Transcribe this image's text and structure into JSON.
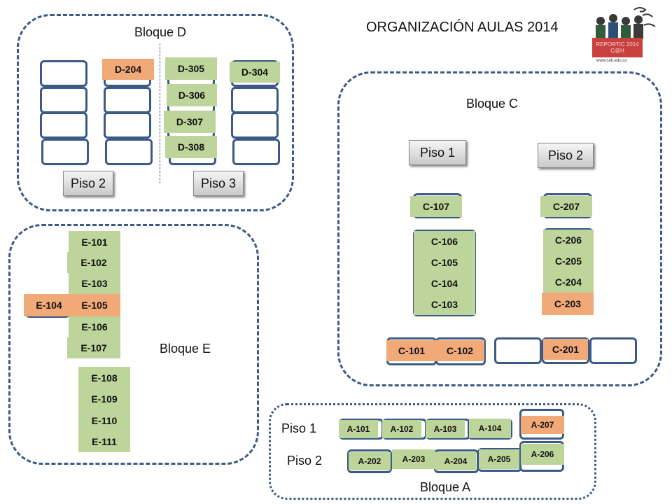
{
  "header": {
    "title": "ORGANIZACIÓN AULAS 2014"
  },
  "logo": {
    "line1": "REPORTIC 2014",
    "line2": "C@H",
    "url": "www.cah.edu.co"
  },
  "colors": {
    "border": "#3b5a86",
    "green": "#bdd59a",
    "orange": "#f2a978"
  },
  "bloque_d": {
    "title": "Bloque D",
    "piso_left": "Piso 2",
    "piso_right": "Piso 3",
    "rooms": {
      "d204": "D-204",
      "d305": "D-305",
      "d304": "D-304",
      "d306": "D-306",
      "d307": "D-307",
      "d308": "D-308"
    }
  },
  "bloque_c": {
    "title": "Bloque C",
    "piso1": "Piso 1",
    "piso2": "Piso 2",
    "rooms": {
      "c107": "C-107",
      "c106": "C-106",
      "c105": "C-105",
      "c104": "C-104",
      "c103": "C-103",
      "c101": "C-101",
      "c102": "C-102",
      "c207": "C-207",
      "c206": "C-206",
      "c205": "C-205",
      "c204": "C-204",
      "c203": "C-203",
      "c201": "C-201"
    }
  },
  "bloque_e": {
    "title": "Bloque E",
    "rooms": {
      "e101": "E-101",
      "e102": "E-102",
      "e103": "E-103",
      "e104": "E-104",
      "e105": "E-105",
      "e106": "E-106",
      "e107": "E-107",
      "e108": "E-108",
      "e109": "E-109",
      "e110": "E-110",
      "e111": "E-111"
    }
  },
  "bloque_a": {
    "title": "Bloque A",
    "piso1": "Piso 1",
    "piso2": "Piso 2",
    "rooms": {
      "a101": "A-101",
      "a102": "A-102",
      "a103": "A-103",
      "a104": "A-104",
      "a207": "A-207",
      "a202": "A-202",
      "a203": "A-203",
      "a204": "A-204",
      "a205": "A-205",
      "a206": "A-206"
    }
  }
}
